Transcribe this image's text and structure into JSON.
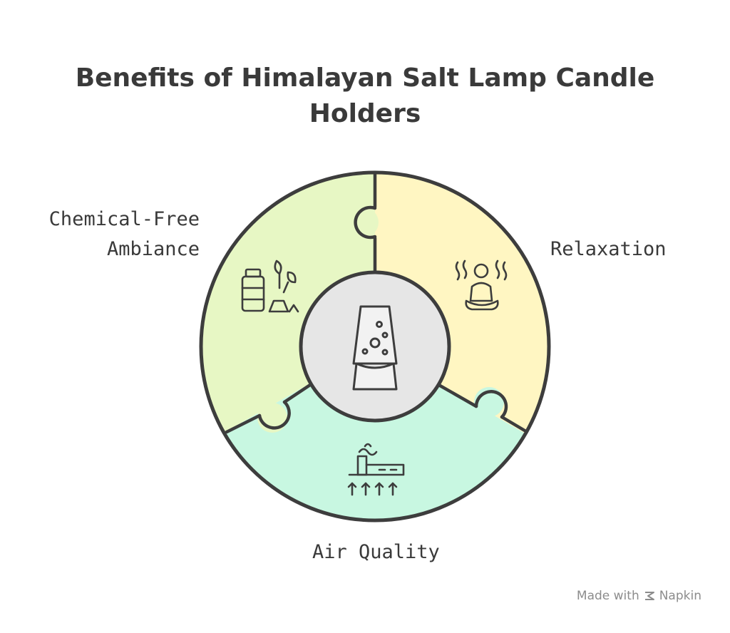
{
  "title": {
    "line1": "Benefits of Himalayan Salt Lamp Candle",
    "line2": "Holders"
  },
  "segments": {
    "chemical_free": {
      "label_line1": "Chemical-Free",
      "label_line2": "Ambiance",
      "color": "#e7f7c4",
      "icon": "bottle-leaf-crystal-icon"
    },
    "relaxation": {
      "label": "Relaxation",
      "color": "#fff6c2",
      "icon": "meditating-person-icon"
    },
    "air_quality": {
      "label": "Air Quality",
      "color": "#c8f7e1",
      "icon": "factory-airflow-icon"
    },
    "center": {
      "color": "#e6e6e6",
      "icon": "salt-lamp-icon"
    }
  },
  "footer": {
    "made_with": "Made with",
    "brand": "Napkin",
    "icon": "napkin-logo-icon"
  }
}
